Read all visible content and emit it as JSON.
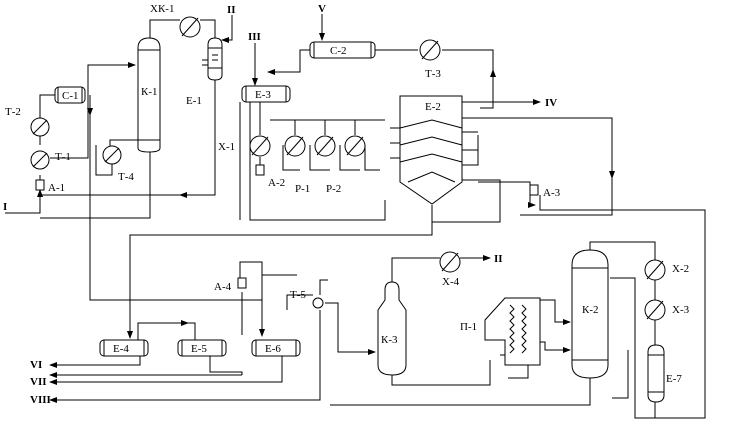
{
  "streams": {
    "I": "I",
    "II_top": "II",
    "III": "III",
    "IV": "IV",
    "V": "V",
    "II_mid": "II",
    "VI": "VI",
    "VII": "VII",
    "VIII": "VIII"
  },
  "equipment": {
    "K1": "К-1",
    "K2": "К-2",
    "K3": "К-3",
    "XK1": "ХК-1",
    "E1": "Е-1",
    "E2": "Е-2",
    "E3": "Е-3",
    "E4": "Е-4",
    "E5": "Е-5",
    "E6": "Е-6",
    "E7": "Е-7",
    "C1": "С-1",
    "C2": "С-2",
    "T1": "Т-1",
    "T2": "Т-2",
    "T3": "Т-3",
    "T4": "Т-4",
    "T5": "Т-5",
    "X1": "Х-1",
    "X2": "Х-2",
    "X3": "Х-3",
    "X4": "Х-4",
    "A1": "А-1",
    "A2": "А-2",
    "A3": "А-3",
    "A4": "А-4",
    "P1": "Р-1",
    "P2": "Р-2",
    "PI1": "П-1"
  }
}
